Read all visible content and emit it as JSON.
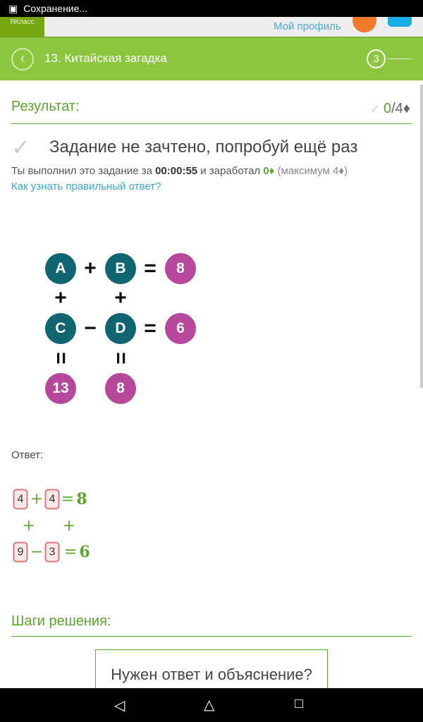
{
  "status_bar": {
    "text": "Сохранение..."
  },
  "top": {
    "logo": "ЯКласс",
    "profile": "Мой профиль"
  },
  "header": {
    "back": "‹",
    "title": "13. Китайская загадка",
    "step": "3"
  },
  "result": {
    "label": "Результат:",
    "score": "0",
    "max": "/4♦",
    "message": "Задание не зачтено, попробуй ещё раз",
    "line_prefix": "Ты выполнил это задание за ",
    "time": "00:00:55",
    "line_mid": " и заработал ",
    "earned": "0♦",
    "line_suffix": " (максимум 4♦)",
    "help_link": "Как узнать правильный ответ?"
  },
  "puzzle": {
    "A": "A",
    "B": "B",
    "C": "C",
    "D": "D",
    "r1": "8",
    "r2": "6",
    "c1": "13",
    "c2": "8",
    "plus": "+",
    "minus": "−",
    "eq": "="
  },
  "answer": {
    "label": "Ответ:",
    "a": "4",
    "b": "4",
    "c": "9",
    "d": "3",
    "r1": "8",
    "r2": "6",
    "plus": "+",
    "minus": "−",
    "eq": "="
  },
  "steps": {
    "label": "Шаги решения:",
    "cta": "Нужен ответ и объяснение?"
  },
  "nav": {
    "back": "◁",
    "home": "△",
    "recent": "□"
  }
}
